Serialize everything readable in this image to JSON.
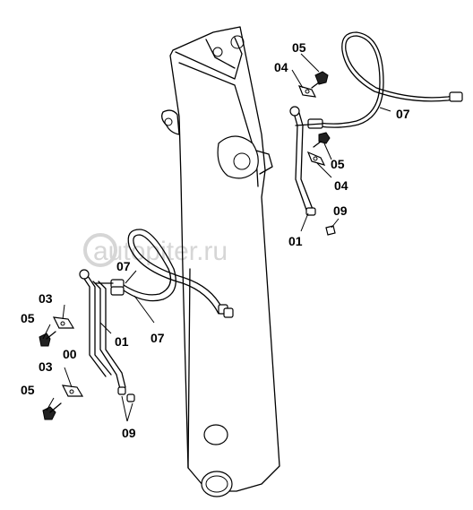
{
  "watermark": "autopiter.ru",
  "labels": {
    "p05_top": "05",
    "p04_top": "04",
    "p07_right": "07",
    "p05_right": "05",
    "p04_right": "04",
    "p09_right": "09",
    "p01_right": "01",
    "p07_mid": "07",
    "p07_low": "07",
    "p03_a": "03",
    "p05_a": "05",
    "p01_left": "01",
    "p00_left": "00",
    "p03_b": "03",
    "p05_b": "05",
    "p09_left": "09"
  }
}
